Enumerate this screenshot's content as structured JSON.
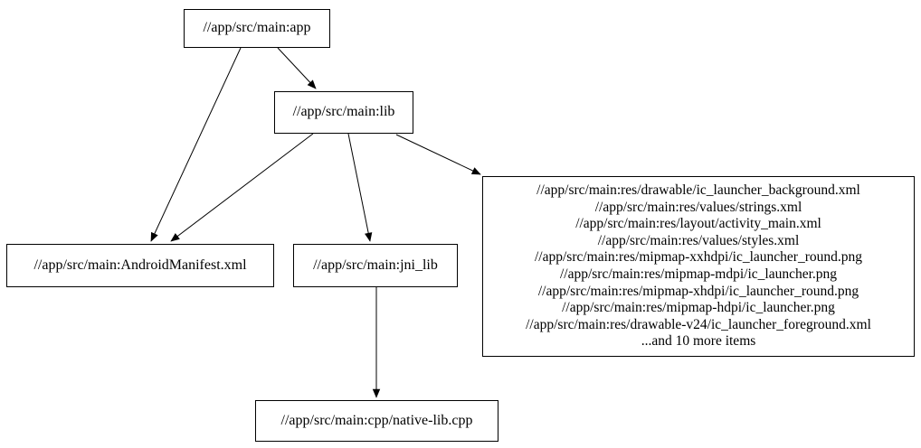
{
  "diagram": {
    "type": "dependency-graph",
    "background_color": "#ffffff",
    "node_border_color": "#000000",
    "edge_color": "#000000",
    "text_color": "#000000",
    "nodes": {
      "app": {
        "label": "//app/src/main:app"
      },
      "lib": {
        "label": "//app/src/main:lib"
      },
      "android_manifest": {
        "label": "//app/src/main:AndroidManifest.xml"
      },
      "jni_lib": {
        "label": "//app/src/main:jni_lib"
      },
      "res_group": {
        "lines": [
          "//app/src/main:res/drawable/ic_launcher_background.xml",
          "//app/src/main:res/values/strings.xml",
          "//app/src/main:res/layout/activity_main.xml",
          "//app/src/main:res/values/styles.xml",
          "//app/src/main:res/mipmap-xxhdpi/ic_launcher_round.png",
          "//app/src/main:res/mipmap-mdpi/ic_launcher.png",
          "//app/src/main:res/mipmap-xhdpi/ic_launcher_round.png",
          "//app/src/main:res/mipmap-hdpi/ic_launcher.png",
          "//app/src/main:res/drawable-v24/ic_launcher_foreground.xml",
          "...and 10 more items"
        ]
      },
      "native_lib": {
        "label": "//app/src/main:cpp/native-lib.cpp"
      }
    },
    "edges": [
      {
        "from": "app",
        "to": "lib"
      },
      {
        "from": "app",
        "to": "android_manifest"
      },
      {
        "from": "lib",
        "to": "android_manifest"
      },
      {
        "from": "lib",
        "to": "jni_lib"
      },
      {
        "from": "lib",
        "to": "res_group"
      },
      {
        "from": "jni_lib",
        "to": "native_lib"
      }
    ]
  }
}
